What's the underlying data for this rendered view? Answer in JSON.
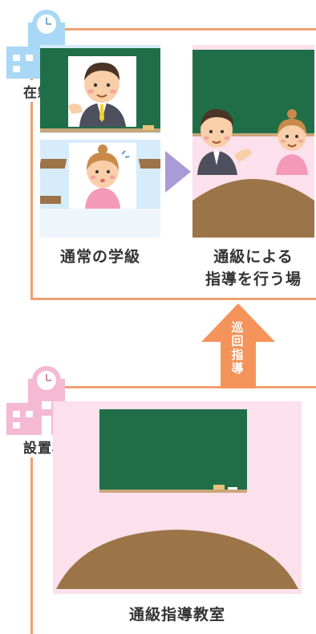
{
  "colors": {
    "frame_line": "#f0a070",
    "home_school_building": "#a8d8f5",
    "host_school_building": "#f5b9d4",
    "chalkboard": "#1f6e47",
    "pink_room": "#fce0ec",
    "light_blue_room": "#d7ecfa",
    "desk": "#9b7447",
    "arrow_purple": "#a89bd6",
    "arrow_orange": "#f4935a"
  },
  "home_school": {
    "label": "在籍校",
    "icon": "school-building-icon"
  },
  "regular_class": {
    "label": "通常の学級"
  },
  "tsukyu_place": {
    "label_line1": "通級による",
    "label_line2": "指導を行う場"
  },
  "itinerant": {
    "label": "巡回指導"
  },
  "host_school": {
    "label": "設置校",
    "icon": "school-building-icon"
  },
  "tsukyu_room": {
    "label": "通級指導教室"
  }
}
